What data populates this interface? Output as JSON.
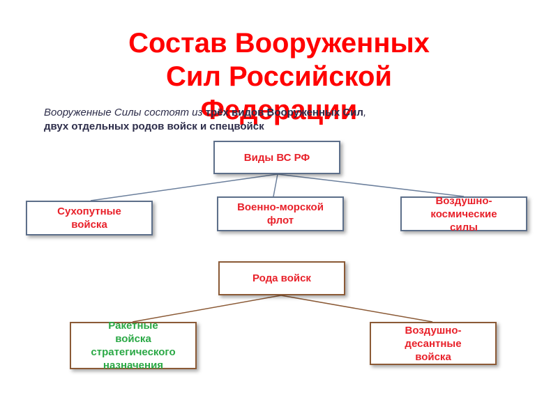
{
  "title": "Состав Вооруженных\nСил Российской\nФедерации",
  "intro": {
    "part1": "Вооруженные Силы",
    "part2": " состоят из ",
    "part3": "трёх видов Вооруженных Сил",
    "part4": ",",
    "part5": "двух отдельных родов войск и спецвойск"
  },
  "vidy": {
    "root": "Виды ВС РФ",
    "children": [
      "Сухопутные\nвойска",
      "Военно-морской\nфлот",
      "Воздушно-\nкосмические\nсилы"
    ]
  },
  "roda": {
    "root": "Рода войск",
    "children": [
      "Ракетные\nвойска\nстратегического\nназначения",
      "Воздушно-\nдесантные\nвойска"
    ]
  },
  "colors": {
    "title": "#ff0000",
    "red_text": "#e8212a",
    "green_text": "#2aa845",
    "box_border_blue": "#5d6f8a",
    "box_border_brown": "#8b5a36"
  }
}
